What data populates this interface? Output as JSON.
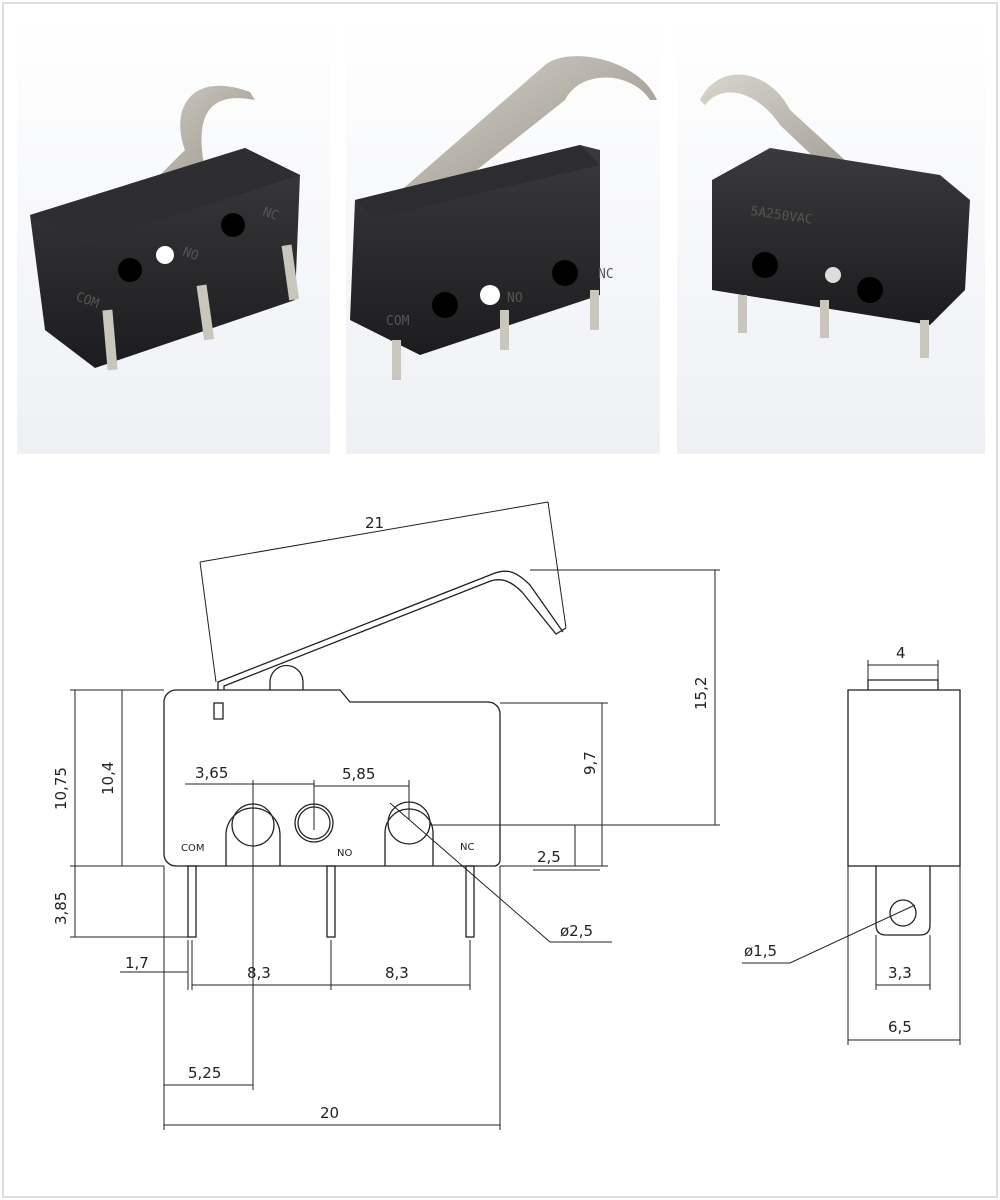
{
  "photos": {
    "items": [
      {
        "view": "front-angled",
        "labels": [
          "COM",
          "NO",
          "NC"
        ]
      },
      {
        "view": "front",
        "labels": [
          "COM",
          "NO",
          "NC"
        ]
      },
      {
        "view": "back",
        "labels": [
          "5A250VAC"
        ]
      }
    ]
  },
  "drawing": {
    "terminal_labels": {
      "com": "COM",
      "no": "NO",
      "nc": "NC"
    },
    "dimensions": {
      "lever_length": "21",
      "lever_height": "15,2",
      "total_height": "10,75",
      "body_height": "10,4",
      "right_height": "9,7",
      "hole_offset_bottom": "2,5",
      "pin_length": "3,85",
      "pin_offset": "1,7",
      "pin_pitch_1": "8,3",
      "pin_pitch_2": "8,3",
      "com_hole_x": "5,25",
      "body_length": "20",
      "hole_spacing_1": "3,65",
      "hole_spacing_2": "5,85",
      "hole_diameter": "ø2,5",
      "actuator_width": "4",
      "pin_hole_diameter": "ø1,5",
      "pin_width": "3,3",
      "body_width": "6,5"
    }
  }
}
